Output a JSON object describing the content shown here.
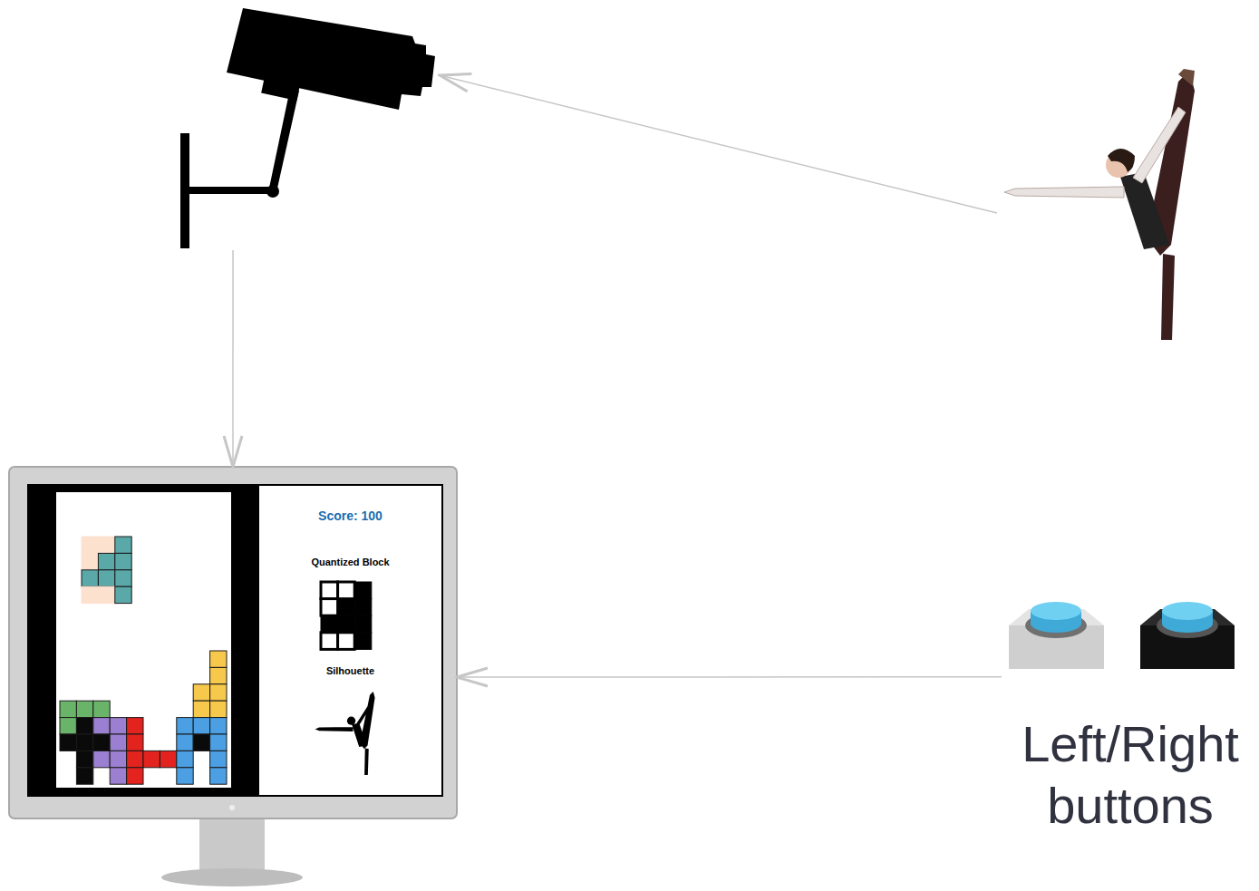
{
  "diagram": {
    "nodes": [
      {
        "text": []
      },
      {
        "text": []
      },
      {
        "text": [
          "Score: 100",
          "Quantized Block",
          "Silhouette"
        ]
      },
      {
        "text": [
          "Left/Right buttons"
        ]
      }
    ],
    "edges": [
      {
        "from": 1,
        "to": 0,
        "arrow": "to"
      },
      {
        "from": 0,
        "to": 2,
        "arrow": "to"
      },
      {
        "from": 3,
        "to": 2,
        "arrow": "to"
      }
    ]
  }
}
